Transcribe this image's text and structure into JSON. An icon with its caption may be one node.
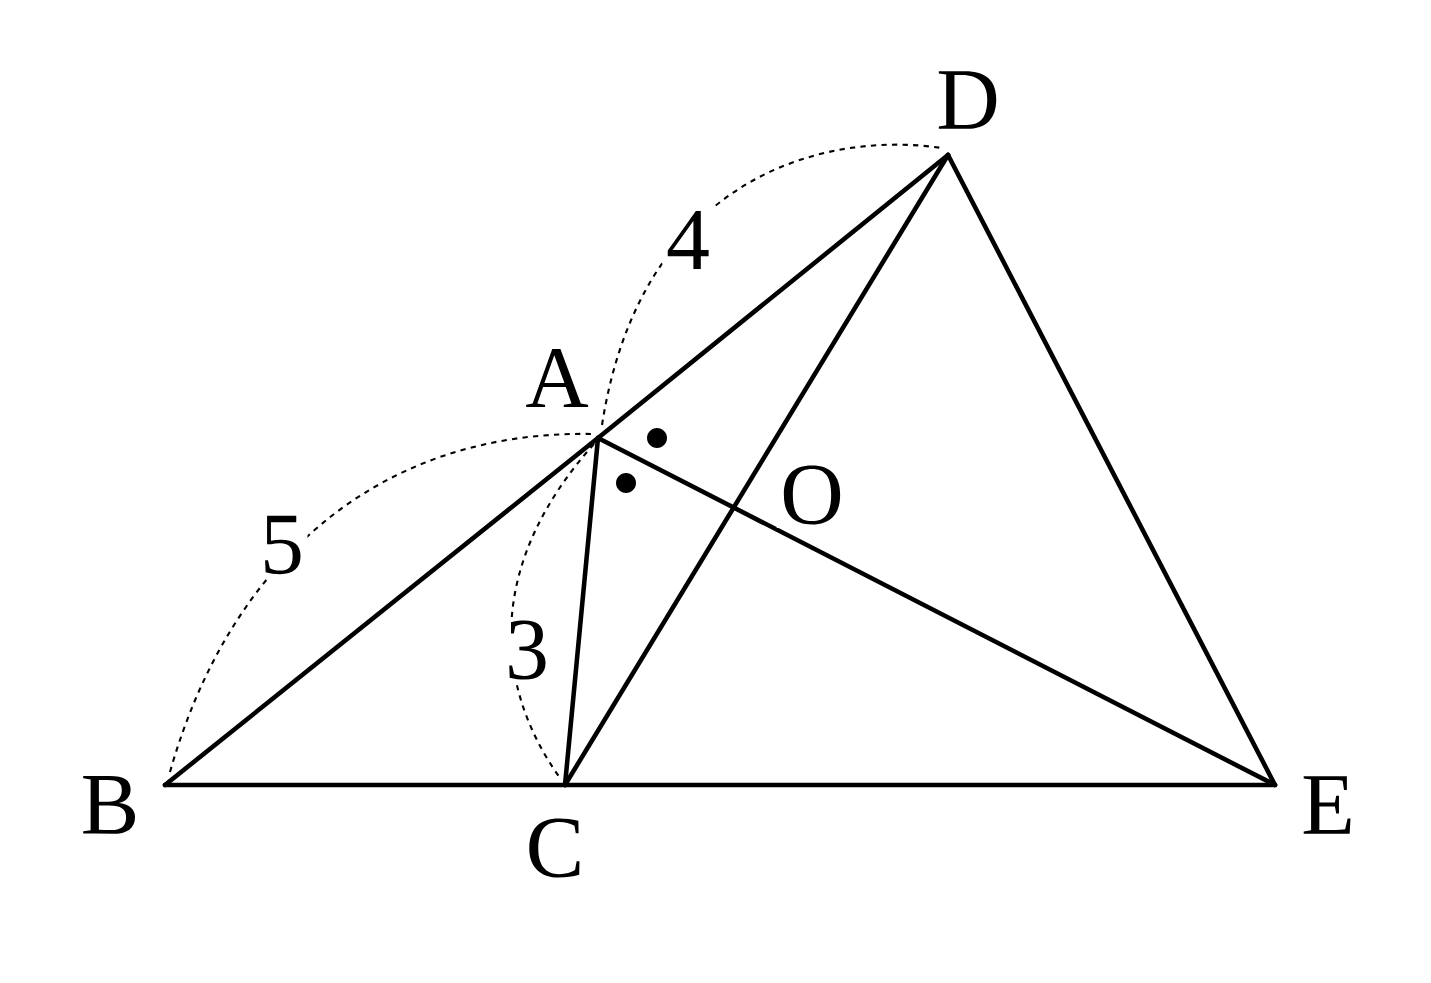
{
  "diagram": {
    "nodes": [
      {
        "text": [
          "D"
        ]
      },
      {
        "text": [
          "A"
        ]
      },
      {
        "text": [
          "B"
        ]
      },
      {
        "text": [
          "C"
        ]
      },
      {
        "text": [
          "E"
        ]
      }
    ],
    "edges": [
      {
        "from": 2,
        "to": 1,
        "arrow": "none"
      },
      {
        "from": 1,
        "to": 0,
        "arrow": "none"
      },
      {
        "from": 0,
        "to": 4,
        "arrow": "none"
      },
      {
        "from": 2,
        "to": 3,
        "arrow": "none"
      },
      {
        "from": 3,
        "to": 4,
        "arrow": "none"
      },
      {
        "from": 1,
        "to": 3,
        "arrow": "none"
      },
      {
        "from": 1,
        "to": 4,
        "arrow": "none"
      },
      {
        "from": 3,
        "to": 0,
        "arrow": "none"
      }
    ],
    "labels": [
      "4",
      "O",
      "5",
      "3"
    ]
  }
}
